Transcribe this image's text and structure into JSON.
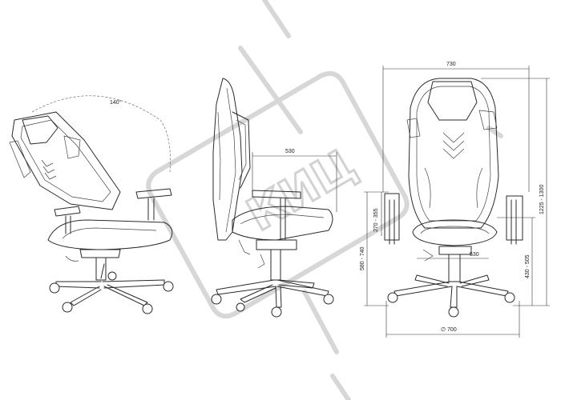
{
  "watermark": {
    "text": "КИЦ"
  },
  "dimensions": {
    "recline_angle": "140°",
    "seat_depth": "530",
    "overall_width": "730",
    "seat_width": "530",
    "armrest_height_range": "270 - 355",
    "seat_height_range": "580 - 740",
    "seat_floor_height_range": "430 - 505",
    "overall_height_range": "1225 - 1300",
    "base_diameter": "∅ 700"
  }
}
